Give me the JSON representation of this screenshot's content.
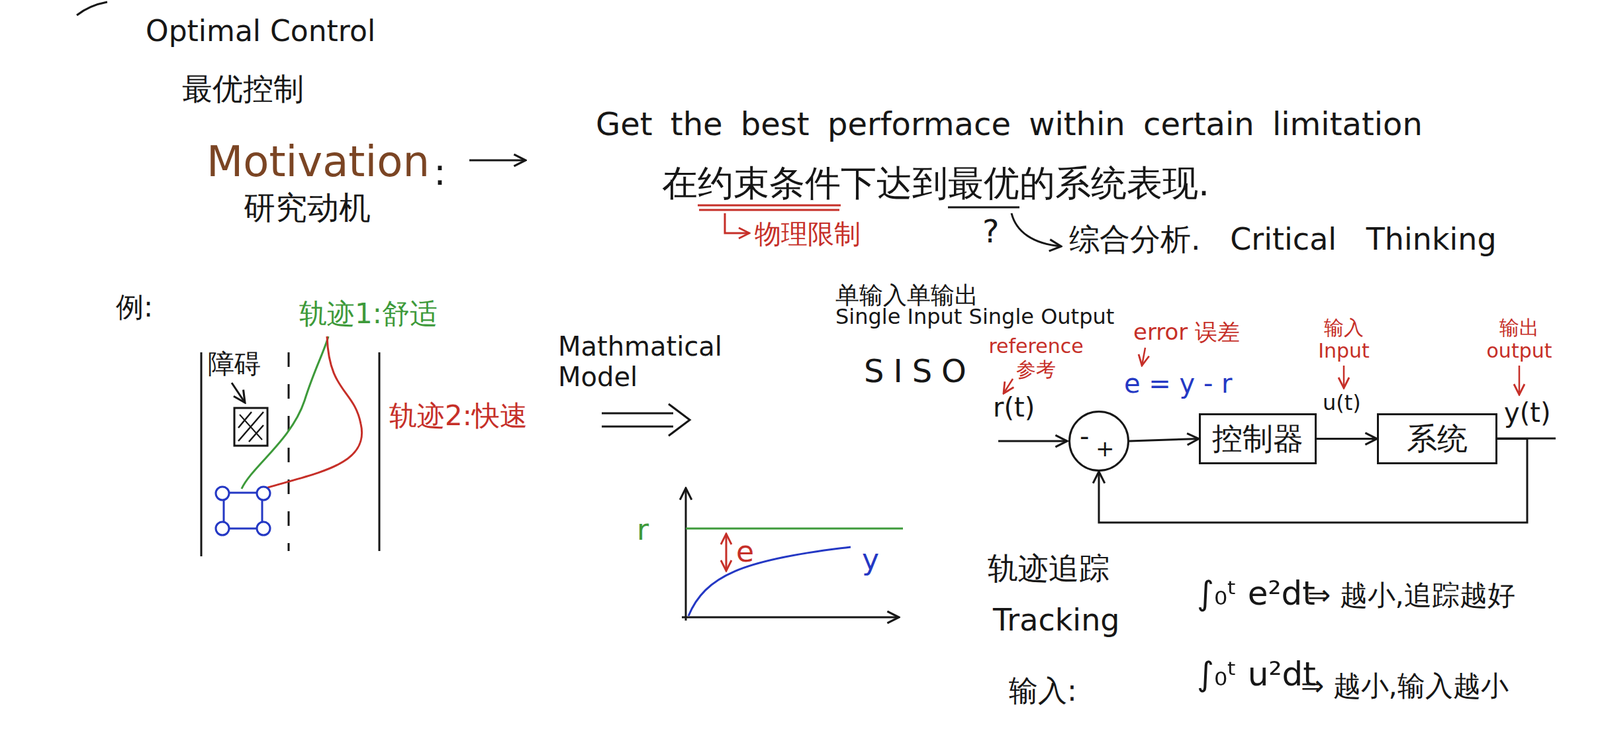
{
  "diagram": {
    "title": "Optimal Control",
    "nodes": [
      {
        "text": [
          "-",
          "+"
        ]
      },
      {
        "text": [
          "控制器"
        ]
      },
      {
        "text": [
          "系统"
        ]
      }
    ],
    "edges": [
      {
        "from": 0,
        "to": 1,
        "arrow": "to"
      },
      {
        "from": 1,
        "to": 2,
        "arrow": "to"
      },
      {
        "from": 2,
        "to": 0,
        "arrow": "to"
      }
    ],
    "labels": [
      "最优控制",
      "Motivation",
      "研究动机",
      ":",
      "Get the best performace within certain limitation",
      "在约束条件下达到最优的系统表现.",
      "物理限制",
      "?",
      "综合分析. Critical Thinking",
      "例:",
      "障碍",
      "轨迹1:舒适",
      "轨迹2:快速",
      "Mathmatical Model",
      "单输入单输出",
      "Single Input Single Output",
      "SISO",
      "r",
      "e",
      "y",
      "reference 参考",
      "r(t)",
      "error 误差",
      "e = y - r",
      "输入 Input",
      "u(t)",
      "输出 output",
      "y(t)",
      "轨迹追踪",
      "Tracking",
      "∫₀ᵗ e²dt",
      "⇒ 越小,追踪越好",
      "输入:",
      "∫₀ᵗ u²dt",
      "⇒ 越小,输入越小"
    ]
  }
}
